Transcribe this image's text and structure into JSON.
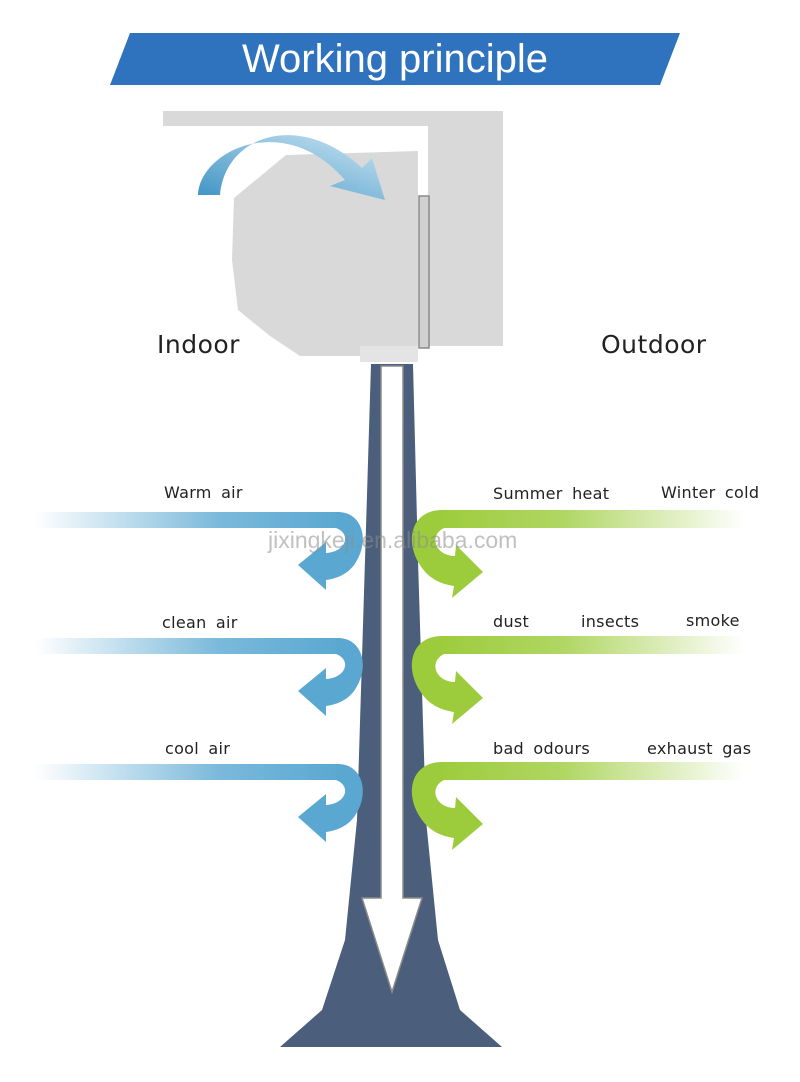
{
  "title": "Working principle",
  "labels": {
    "indoor": "Indoor",
    "outdoor": "Outdoor",
    "indoor_rows": [
      "Warm air",
      "clean air",
      "cool air"
    ],
    "outdoor_rows": [
      [
        "Summer heat",
        "Winter cold"
      ],
      [
        "dust",
        "insects",
        "smoke"
      ],
      [
        "bad odours",
        "exhaust gas"
      ]
    ]
  },
  "watermark": "jixingkeji.en.alibaba.com",
  "colors": {
    "title_banner": "#2f73be",
    "indoor_flow": "#5aa8d2",
    "outdoor_flow": "#9ccc3c",
    "pipe": "#4b5f7c",
    "unit": "#d8d8d8"
  }
}
